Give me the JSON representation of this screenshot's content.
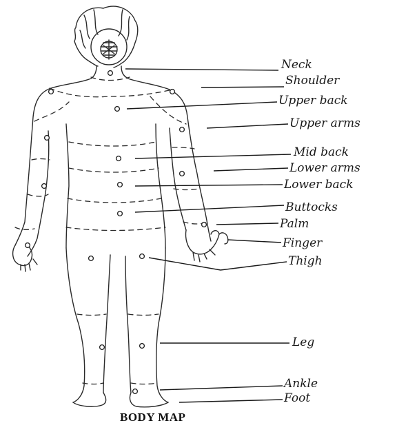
{
  "diagram": {
    "title": "BODY MAP",
    "labels": [
      {
        "id": "neck",
        "text": "Neck"
      },
      {
        "id": "shoulder",
        "text": "Shoulder"
      },
      {
        "id": "upper-back",
        "text": "Upper back"
      },
      {
        "id": "upper-arms",
        "text": "Upper arms"
      },
      {
        "id": "mid-back",
        "text": "Mid back"
      },
      {
        "id": "lower-arms",
        "text": "Lower arms"
      },
      {
        "id": "lower-back",
        "text": "Lower back"
      },
      {
        "id": "buttocks",
        "text": "Buttocks"
      },
      {
        "id": "palm",
        "text": "Palm"
      },
      {
        "id": "finger",
        "text": "Finger"
      },
      {
        "id": "thigh",
        "text": "Thigh"
      },
      {
        "id": "leg",
        "text": "Leg"
      },
      {
        "id": "ankle",
        "text": "Ankle"
      },
      {
        "id": "foot",
        "text": "Foot"
      }
    ]
  }
}
